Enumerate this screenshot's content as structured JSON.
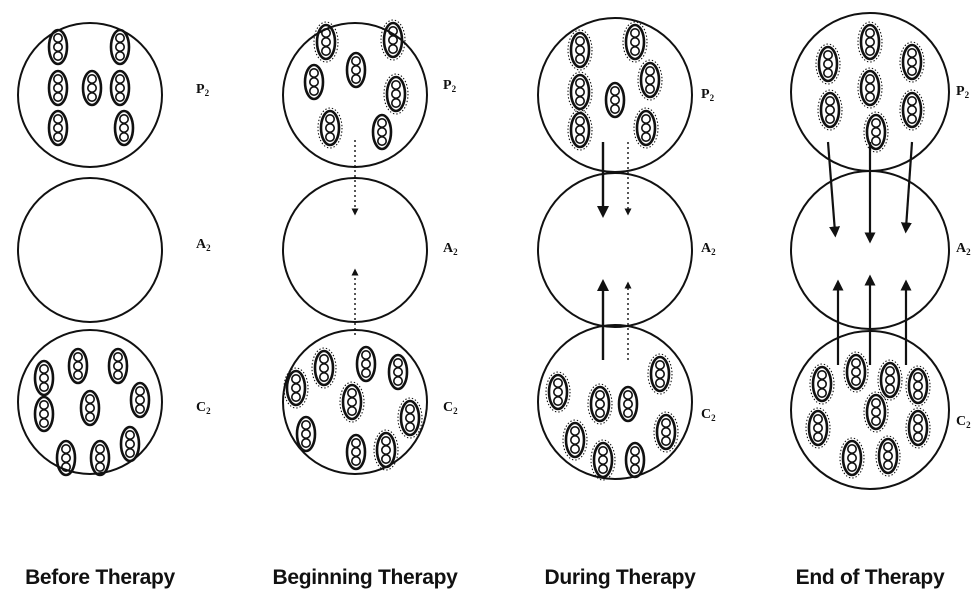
{
  "colors": {
    "ink": "#111111",
    "background": "#ffffff"
  },
  "circle_labels": {
    "top": "P",
    "middle": "A",
    "bottom": "C",
    "subscript": "2"
  },
  "stages": [
    {
      "title": "Before Therapy",
      "arrows": "none",
      "tick_style": "none"
    },
    {
      "title": "Beginning Therapy",
      "arrows": "dotted",
      "tick_style": "partial"
    },
    {
      "title": "During Therapy",
      "arrows": "solid-and-dotted",
      "tick_style": "more"
    },
    {
      "title": "End of Therapy",
      "arrows": "solid",
      "tick_style": "full"
    }
  ]
}
